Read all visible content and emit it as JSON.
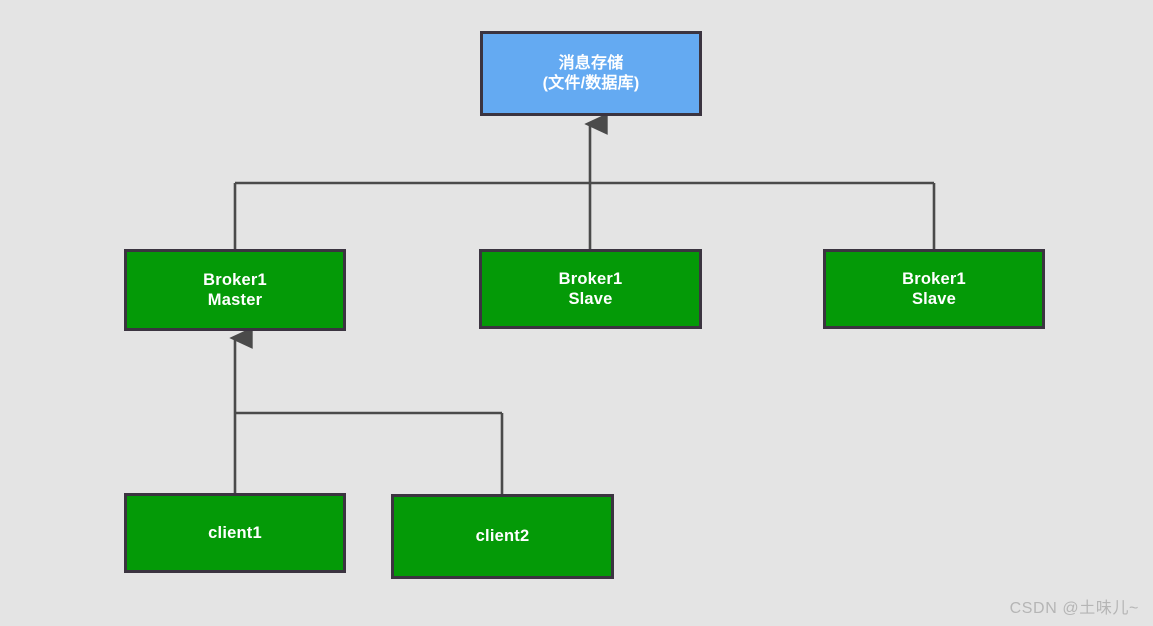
{
  "diagram": {
    "title": "",
    "background_color": "#e4e4e4",
    "line_color": "#4a4a4a",
    "nodes": [
      {
        "id": "storage",
        "label_line1": "消息存储",
        "label_line2": "(文件/数据库)",
        "fill": "#64aaf2",
        "border": "#3b3440",
        "text_color": "#ffffff"
      },
      {
        "id": "broker1",
        "label_line1": "Broker1",
        "label_line2": "Master",
        "fill": "#049a07",
        "border": "#3b3440",
        "text_color": "#ffffff"
      },
      {
        "id": "broker2",
        "label_line1": "Broker1",
        "label_line2": "Slave",
        "fill": "#049a07",
        "border": "#3b3440",
        "text_color": "#ffffff"
      },
      {
        "id": "broker3",
        "label_line1": "Broker1",
        "label_line2": "Slave",
        "fill": "#049a07",
        "border": "#3b3440",
        "text_color": "#ffffff"
      },
      {
        "id": "client1",
        "label_line1": "client1",
        "label_line2": "",
        "fill": "#049a07",
        "border": "#3b3440",
        "text_color": "#ffffff"
      },
      {
        "id": "client2",
        "label_line1": "client2",
        "label_line2": "",
        "fill": "#049a07",
        "border": "#3b3440",
        "text_color": "#ffffff"
      }
    ],
    "connections": [
      {
        "from": "broker-bus",
        "to": "storage",
        "arrow": true
      },
      {
        "from": "broker1",
        "to": "broker-bus",
        "arrow": false
      },
      {
        "from": "broker2",
        "to": "broker-bus",
        "arrow": false
      },
      {
        "from": "broker3",
        "to": "broker-bus",
        "arrow": false
      },
      {
        "from": "client-bus",
        "to": "broker1",
        "arrow": true
      },
      {
        "from": "client1",
        "to": "client-bus",
        "arrow": false
      },
      {
        "from": "client2",
        "to": "client-bus",
        "arrow": false
      }
    ]
  },
  "watermark": {
    "text": "CSDN @土味儿~"
  }
}
